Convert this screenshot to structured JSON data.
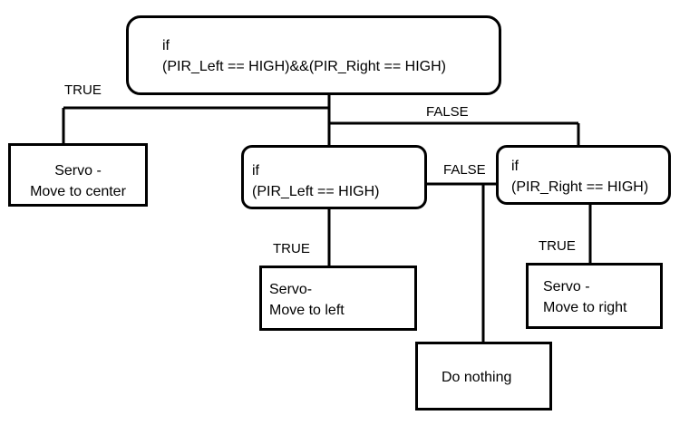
{
  "nodes": {
    "main_condition": {
      "line1": "if",
      "line2": "(PIR_Left == HIGH)&&(PIR_Right == HIGH)"
    },
    "center_action": {
      "line1": "Servo -",
      "line2": "Move to center"
    },
    "left_condition": {
      "line1": "if",
      "line2": "(PIR_Left == HIGH)"
    },
    "right_condition": {
      "line1": "if",
      "line2": "(PIR_Right == HIGH)"
    },
    "left_action": {
      "line1": "Servo-",
      "line2": "Move to left"
    },
    "right_action": {
      "line1": "Servo -",
      "line2": "Move to right"
    },
    "nothing_action": {
      "line1": "Do nothing"
    }
  },
  "labels": {
    "main_true": "TRUE",
    "main_false": "FALSE",
    "inner_false": "FALSE",
    "left_true": "TRUE",
    "right_true": "TRUE"
  },
  "colors": {
    "stroke": "#000000",
    "background": "#ffffff"
  }
}
